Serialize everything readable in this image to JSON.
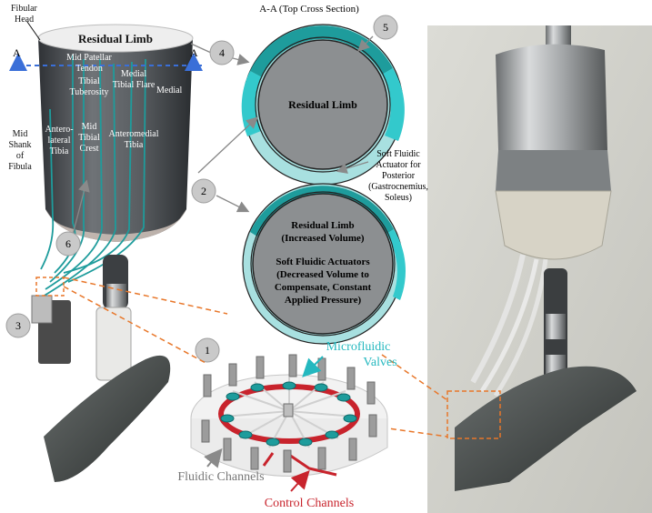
{
  "section_title": "A-A (Top Cross Section)",
  "section_marker": "A",
  "limb": {
    "title": "Residual Limb",
    "fibular_head": [
      "Fibular",
      "Head"
    ],
    "mid_patellar_tendon": [
      "Mid Patellar",
      "Tendon"
    ],
    "tibial_tuberosity": [
      "Tibial",
      "Tuberosity"
    ],
    "medial_tibial_flare": [
      "Medial",
      "Tibial Flare"
    ],
    "medial": "Medial",
    "mid_shank_fibula": [
      "Mid",
      "Shank",
      "of",
      "Fibula"
    ],
    "anterolateral_tibia": [
      "Antero-",
      "lateral",
      "Tibia"
    ],
    "mid_tibial_crest": [
      "Mid",
      "Tibial",
      "Crest"
    ],
    "anteromedial_tibia": [
      "Anteromedial",
      "Tibia"
    ]
  },
  "circle_top": {
    "center_label": "Residual Limb",
    "actuator_note": [
      "Soft Fluidic",
      "Actuator for",
      "Posterior",
      "(Gastrocnemius,",
      "Soleus)"
    ]
  },
  "circle_bottom": {
    "lines": [
      "Residual Limb",
      "(Increased Volume)",
      "",
      "Soft Fluidic Actuators",
      "(Decreased Volume to",
      "Compensate, Constant",
      "Applied Pressure)"
    ]
  },
  "callouts": [
    "1",
    "2",
    "3",
    "4",
    "5",
    "6"
  ],
  "chip": {
    "microfluidic_valves": [
      "Microfluidic",
      "Valves"
    ],
    "fluidic_channels": "Fluidic Channels",
    "control_channels": "Control Channels"
  },
  "colors": {
    "teal": "#1e9c9c",
    "cyan": "#33c9cc",
    "light_teal": "#a8e0e0",
    "gray_core": "#8c8f91",
    "blue_arrow": "#3a6fd8",
    "orange_dash": "#e8772a",
    "red_channel": "#c8232c",
    "valve_label": "#24b8bf",
    "control_label": "#c8232c",
    "fluidic_label": "#777777"
  }
}
